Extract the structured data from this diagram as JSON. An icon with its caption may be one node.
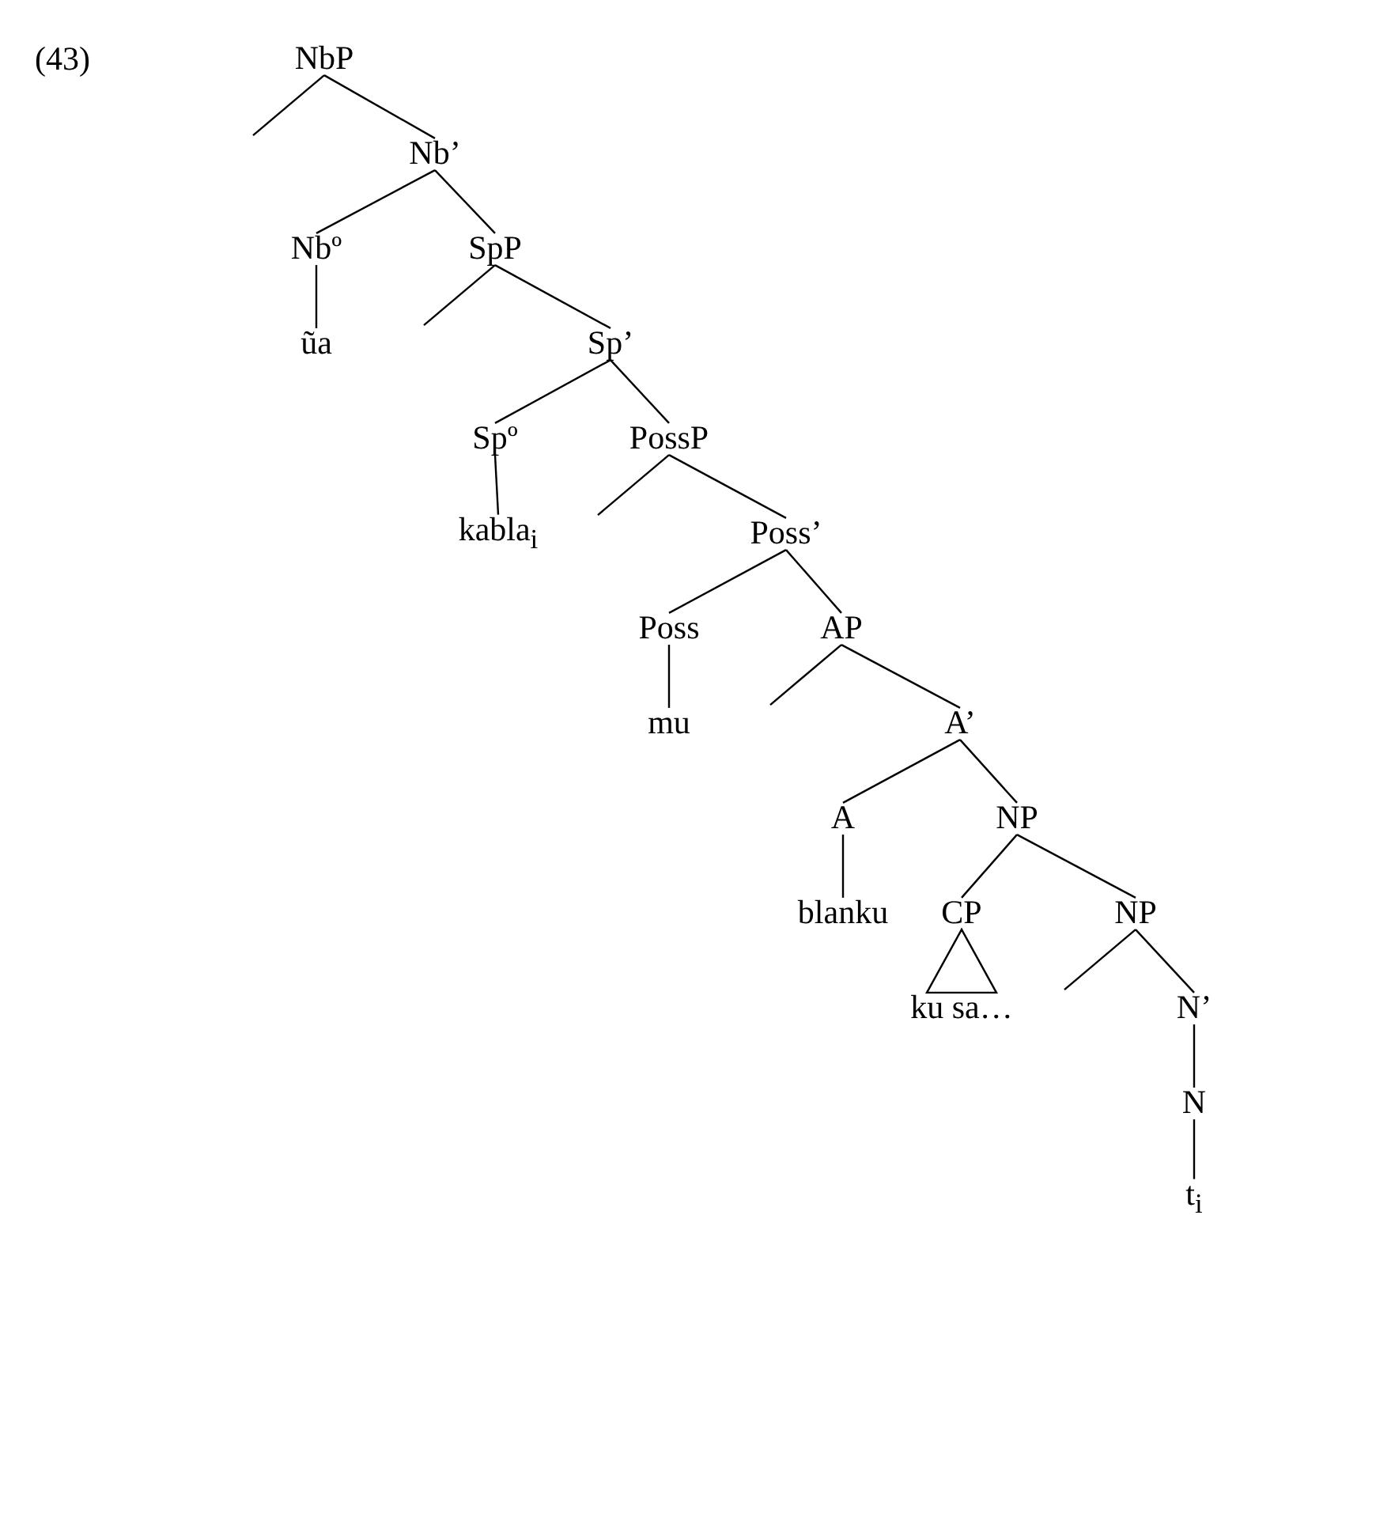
{
  "diagram": {
    "nodes": [
      {
        "text": [
          "NbP"
        ]
      },
      {
        "text": [
          "Nb’"
        ]
      },
      {
        "text": [
          "Nbº"
        ]
      },
      {
        "text": [
          "ũa"
        ]
      },
      {
        "text": [
          "SpP"
        ]
      },
      {
        "text": [
          "Sp’"
        ]
      },
      {
        "text": [
          "Spº"
        ]
      },
      {
        "text": [
          "kabla$_{i}$"
        ]
      },
      {
        "text": [
          "PossP"
        ]
      },
      {
        "text": [
          "Poss’"
        ]
      },
      {
        "text": [
          "Poss"
        ]
      },
      {
        "text": [
          "mu"
        ]
      },
      {
        "text": [
          "AP"
        ]
      },
      {
        "text": [
          "A’"
        ]
      },
      {
        "text": [
          "A"
        ]
      },
      {
        "text": [
          "NP"
        ]
      },
      {
        "text": [
          "blanku"
        ]
      },
      {
        "text": [
          "CP"
        ]
      },
      {
        "text": [
          "ku sa…"
        ]
      },
      {
        "text": [
          "NP"
        ]
      },
      {
        "text": [
          "N’"
        ]
      },
      {
        "text": [
          "N"
        ]
      },
      {
        "text": [
          "t$_{i}$"
        ]
      }
    ],
    "edges": [
      {
        "from": 0,
        "to": null,
        "arrow": "none"
      },
      {
        "from": 0,
        "to": 1,
        "arrow": "none"
      },
      {
        "from": 1,
        "to": 2,
        "arrow": "none"
      },
      {
        "from": 1,
        "to": 4,
        "arrow": "none"
      },
      {
        "from": 2,
        "to": 3,
        "arrow": "none"
      },
      {
        "from": 4,
        "to": null,
        "arrow": "none"
      },
      {
        "from": 4,
        "to": 5,
        "arrow": "none"
      },
      {
        "from": 5,
        "to": 6,
        "arrow": "none"
      },
      {
        "from": 5,
        "to": 8,
        "arrow": "none"
      },
      {
        "from": 6,
        "to": 7,
        "arrow": "none"
      },
      {
        "from": 8,
        "to": null,
        "arrow": "none"
      },
      {
        "from": 8,
        "to": 9,
        "arrow": "none"
      },
      {
        "from": 9,
        "to": 10,
        "arrow": "none"
      },
      {
        "from": 9,
        "to": 12,
        "arrow": "none"
      },
      {
        "from": 10,
        "to": 11,
        "arrow": "none"
      },
      {
        "from": 12,
        "to": null,
        "arrow": "none"
      },
      {
        "from": 12,
        "to": 13,
        "arrow": "none"
      },
      {
        "from": 13,
        "to": 14,
        "arrow": "none"
      },
      {
        "from": 13,
        "to": 15,
        "arrow": "none"
      },
      {
        "from": 14,
        "to": 16,
        "arrow": "none"
      },
      {
        "from": 15,
        "to": 17,
        "arrow": "none"
      },
      {
        "from": 15,
        "to": 19,
        "arrow": "none"
      },
      {
        "from": 17,
        "to": 18,
        "arrow": "none"
      },
      {
        "from": 19,
        "to": null,
        "arrow": "none"
      },
      {
        "from": 19,
        "to": 20,
        "arrow": "none"
      },
      {
        "from": 20,
        "to": 21,
        "arrow": "none"
      },
      {
        "from": 21,
        "to": 22,
        "arrow": "none"
      }
    ],
    "labels": [
      "(43)"
    ]
  }
}
